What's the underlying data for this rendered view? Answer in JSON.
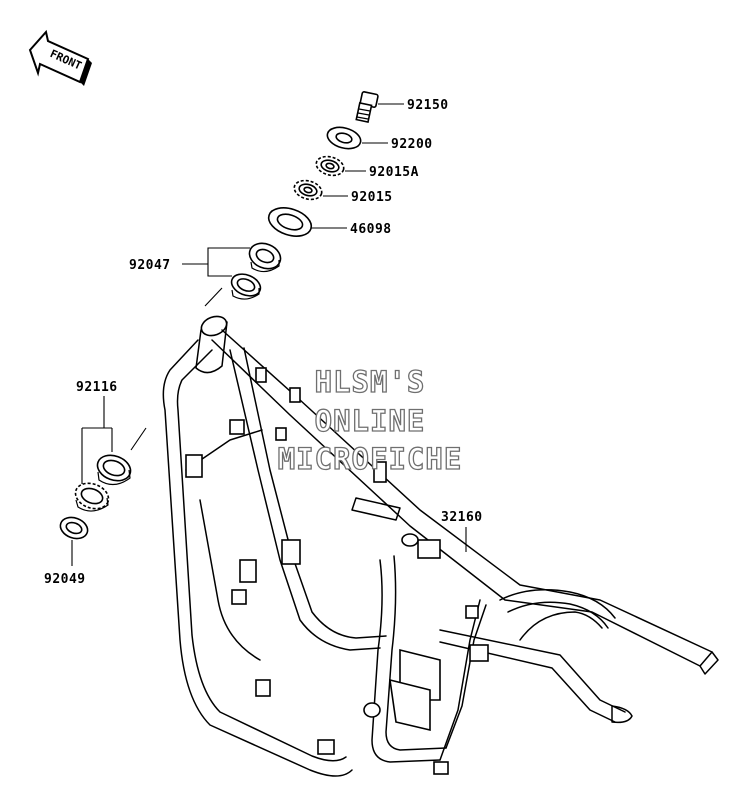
{
  "direction_indicator": {
    "label": "FRONT"
  },
  "watermark": {
    "line1": "HLSM'S",
    "line2": "ONLINE",
    "line3": "MICROFICHE"
  },
  "parts": [
    {
      "number": "92150"
    },
    {
      "number": "92200"
    },
    {
      "number": "92015A"
    },
    {
      "number": "92015"
    },
    {
      "number": "46098"
    },
    {
      "number": "92047"
    },
    {
      "number": "92116"
    },
    {
      "number": "92049"
    },
    {
      "number": "32160"
    }
  ]
}
